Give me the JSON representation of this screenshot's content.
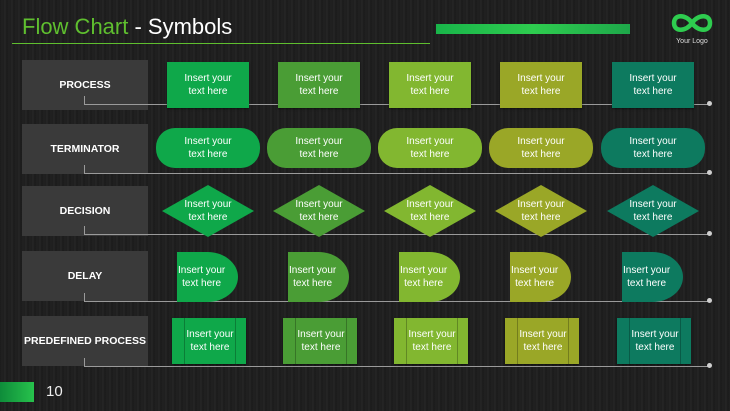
{
  "title": {
    "highlight": "Flow Chart",
    "rest": " - Symbols"
  },
  "logo": {
    "text": "Your Logo"
  },
  "colors": [
    "#0fa84a",
    "#4a9d35",
    "#82b730",
    "#9aa727",
    "#0d7a5f"
  ],
  "cell_text": "Insert your\ntext here",
  "rows": [
    {
      "label": "PROCESS",
      "shape": "process"
    },
    {
      "label": "TERMINATOR",
      "shape": "terminator"
    },
    {
      "label": "DECISION",
      "shape": "decision"
    },
    {
      "label": "DELAY",
      "shape": "delay"
    },
    {
      "label": "PREDEFINED PROCESS",
      "shape": "predefined"
    }
  ],
  "page_number": "10"
}
